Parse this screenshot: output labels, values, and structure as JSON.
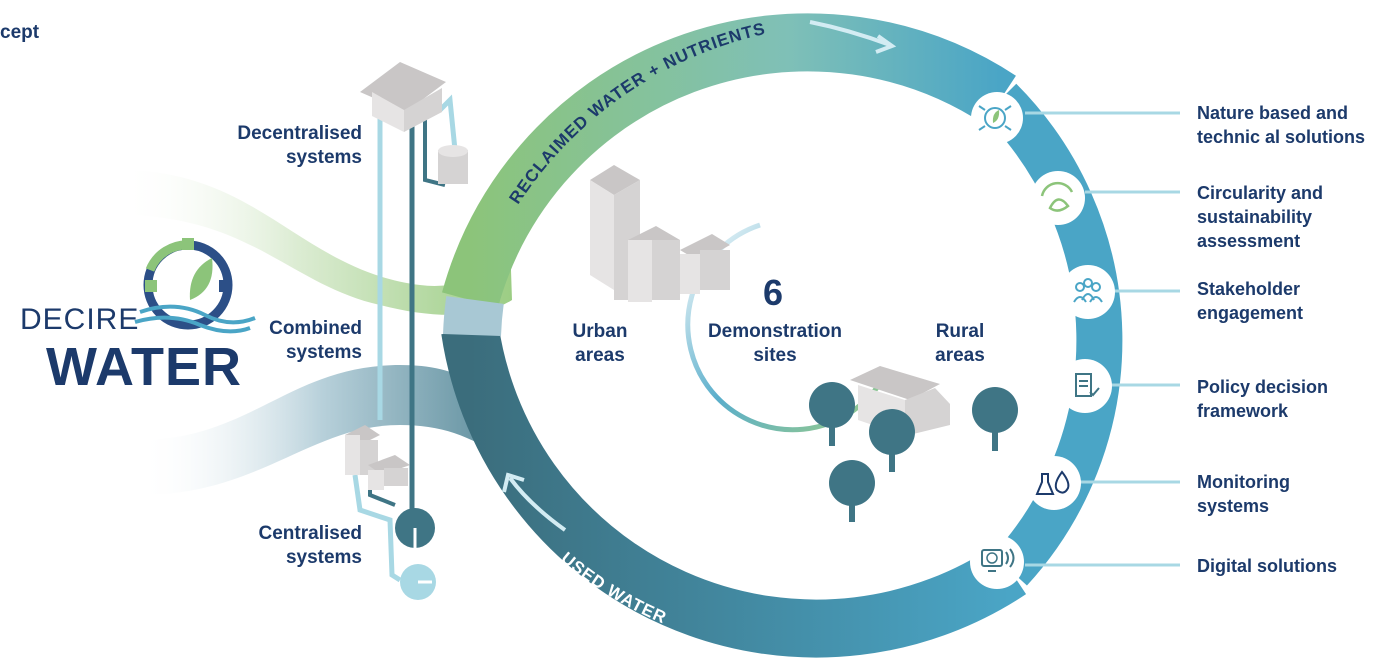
{
  "title_fragment": "cept",
  "logo": {
    "top": "DECIRE",
    "bottom": "WATER"
  },
  "systems": {
    "decentralised": [
      "Decentralised",
      "systems"
    ],
    "combined": [
      "Combined",
      "systems"
    ],
    "centralised": [
      "Centralised",
      "systems"
    ]
  },
  "flows": {
    "reclaimed": "RECLAIMED WATER + NUTRIENTS",
    "used": "USED WATER"
  },
  "center": {
    "count": "6",
    "demo": [
      "Demonstration",
      "sites"
    ],
    "urban": [
      "Urban",
      "areas"
    ],
    "rural": [
      "Rural",
      "areas"
    ]
  },
  "features": [
    {
      "lines": [
        "Nature based and",
        "technic al solutions"
      ],
      "icon": "gear-leaf-icon"
    },
    {
      "lines": [
        "Circularity and",
        "sustainability",
        "assessment"
      ],
      "icon": "recycle-leaf-icon"
    },
    {
      "lines": [
        "Stakeholder",
        "engagement"
      ],
      "icon": "people-icon"
    },
    {
      "lines": [
        "Policy decision",
        "framework"
      ],
      "icon": "document-check-icon"
    },
    {
      "lines": [
        "Monitoring",
        "systems"
      ],
      "icon": "flask-drop-icon"
    },
    {
      "lines": [
        "Digital solutions"
      ],
      "icon": "globe-signal-icon"
    }
  ],
  "colors": {
    "navy": "#1c3a6b",
    "teal_dark": "#3f7585",
    "teal": "#4aa5c6",
    "light_blue": "#a8d8e4",
    "green": "#8cc47a",
    "light_green": "#cfe6c3"
  }
}
